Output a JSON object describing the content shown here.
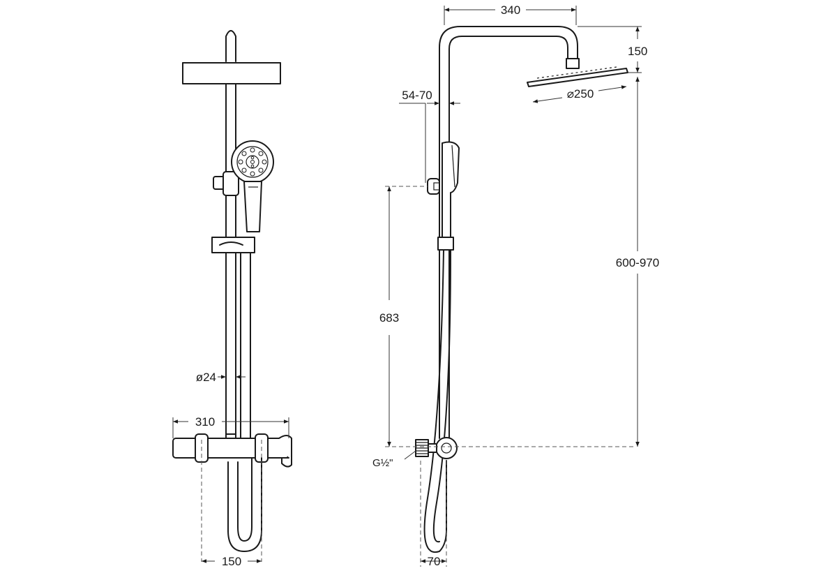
{
  "dimensions": {
    "outlet_width": "340",
    "head_height": "150",
    "head_diameter": "⌀250",
    "rail_offset": "54-70",
    "height_range": "600-970",
    "holder_height": "683",
    "connection": "G½\"",
    "wall_offset": "70",
    "tube_diameter": "ø24",
    "mixer_width": "310",
    "inlet_spacing": "150"
  },
  "colors": {
    "line": "#1a1a1a",
    "background": "#ffffff"
  }
}
